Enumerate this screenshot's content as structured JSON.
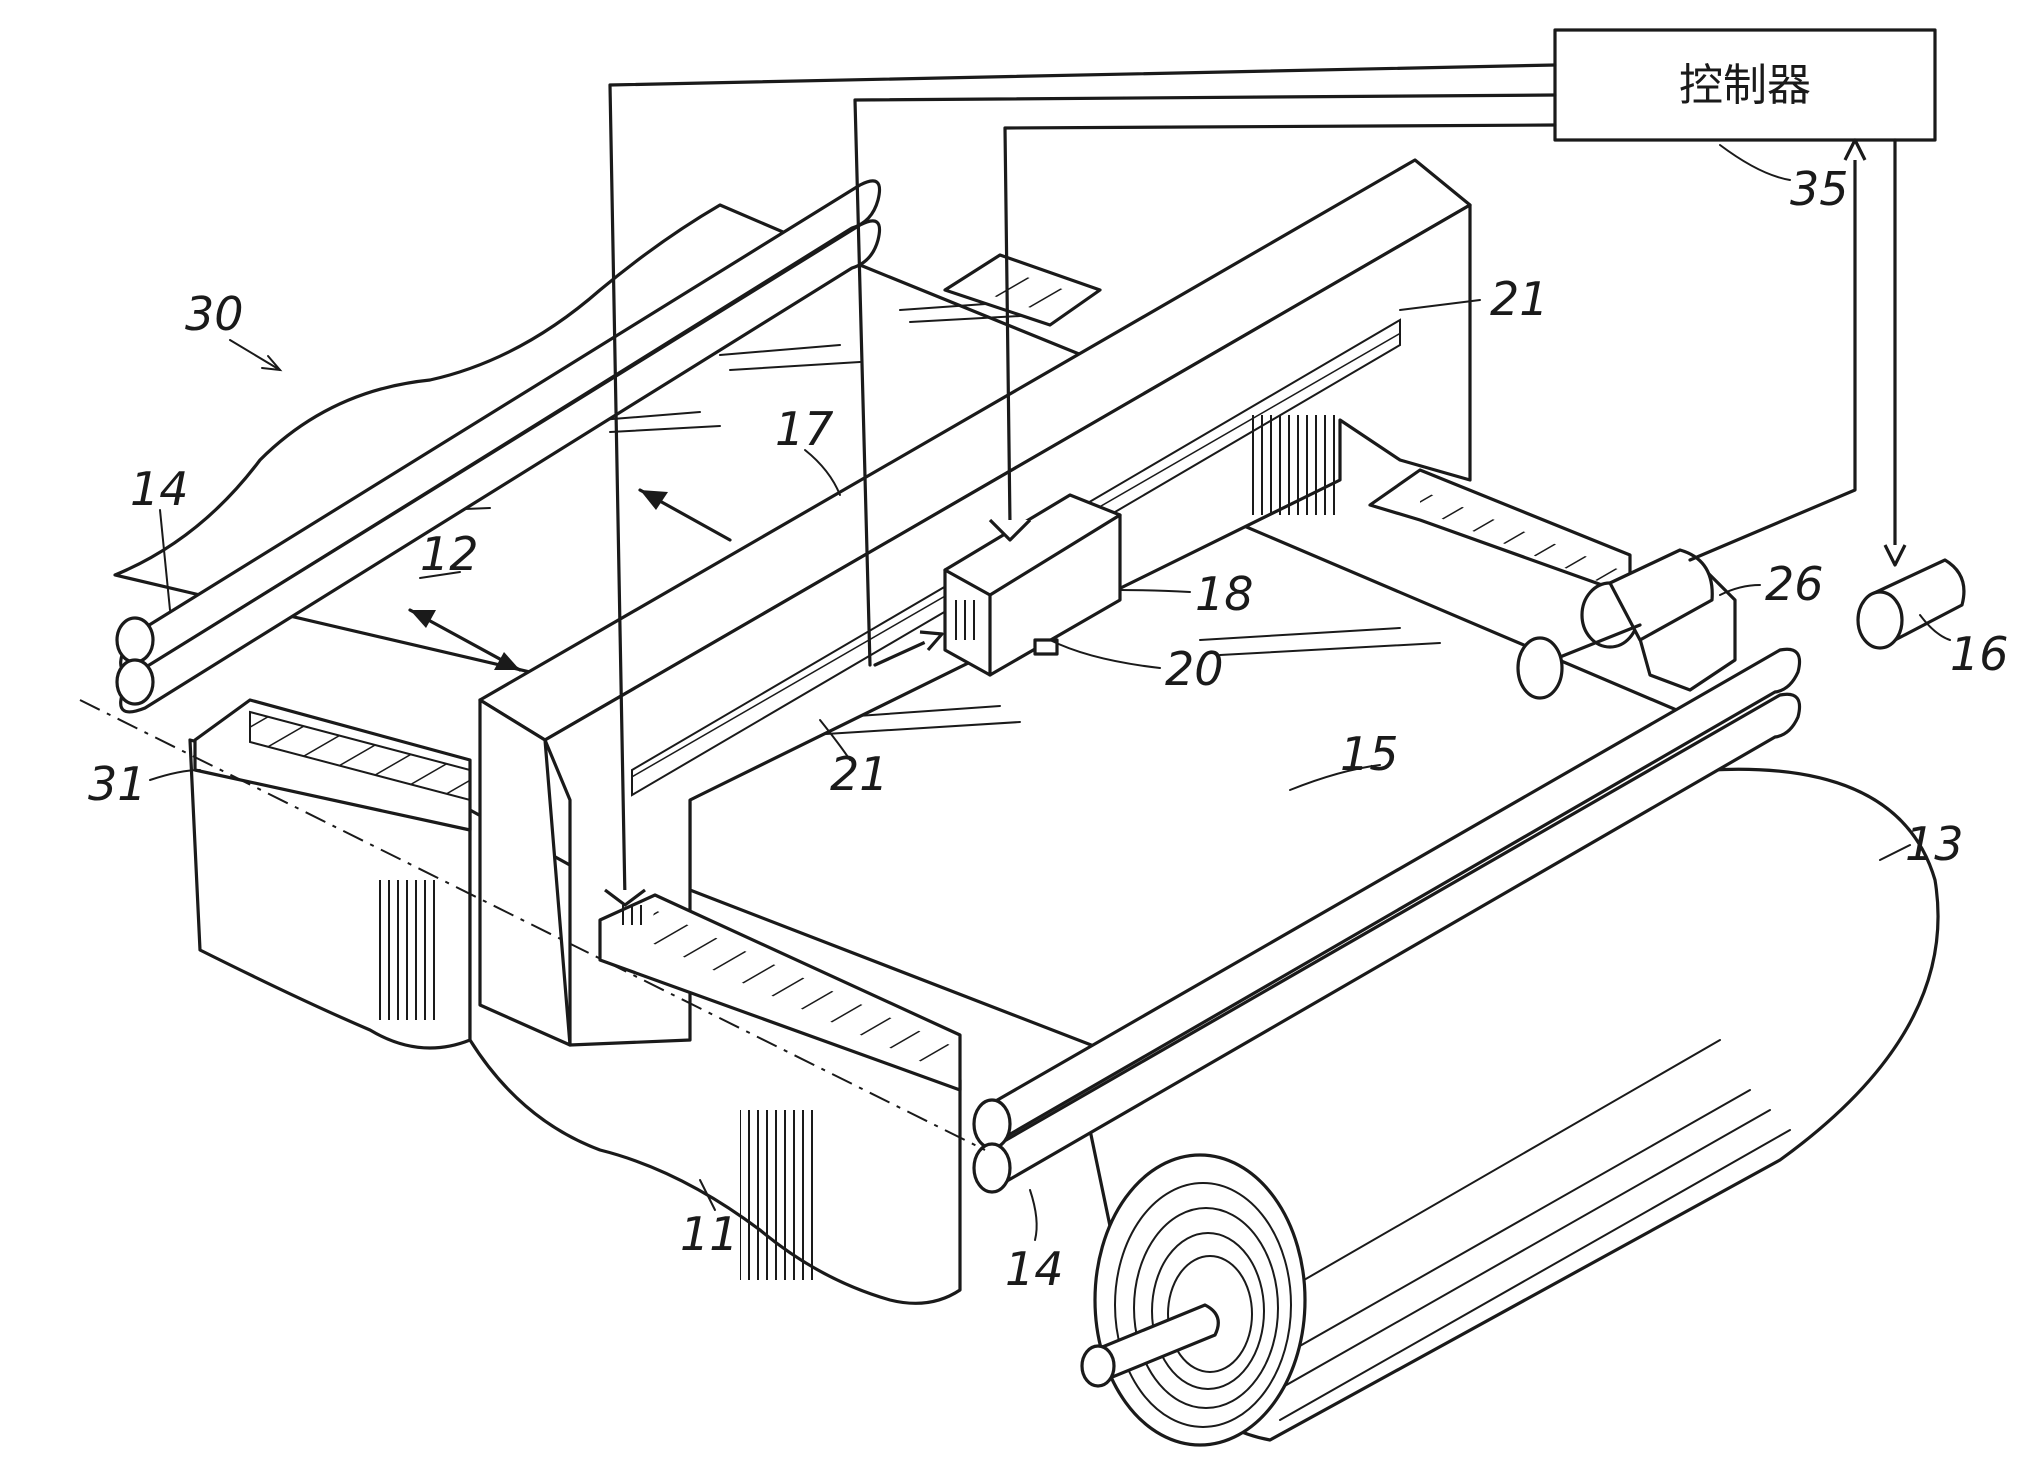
{
  "controller": {
    "label": "控制器",
    "ref": "35"
  },
  "labels": {
    "l30": "30",
    "l14_left": "14",
    "l12": "12",
    "l17": "17",
    "l21_top": "21",
    "l18": "18",
    "l20": "20",
    "l21_mid": "21",
    "l26": "26",
    "l16": "16",
    "l15": "15",
    "l13": "13",
    "l31": "31",
    "l11": "11",
    "l14_bottom": "14"
  }
}
